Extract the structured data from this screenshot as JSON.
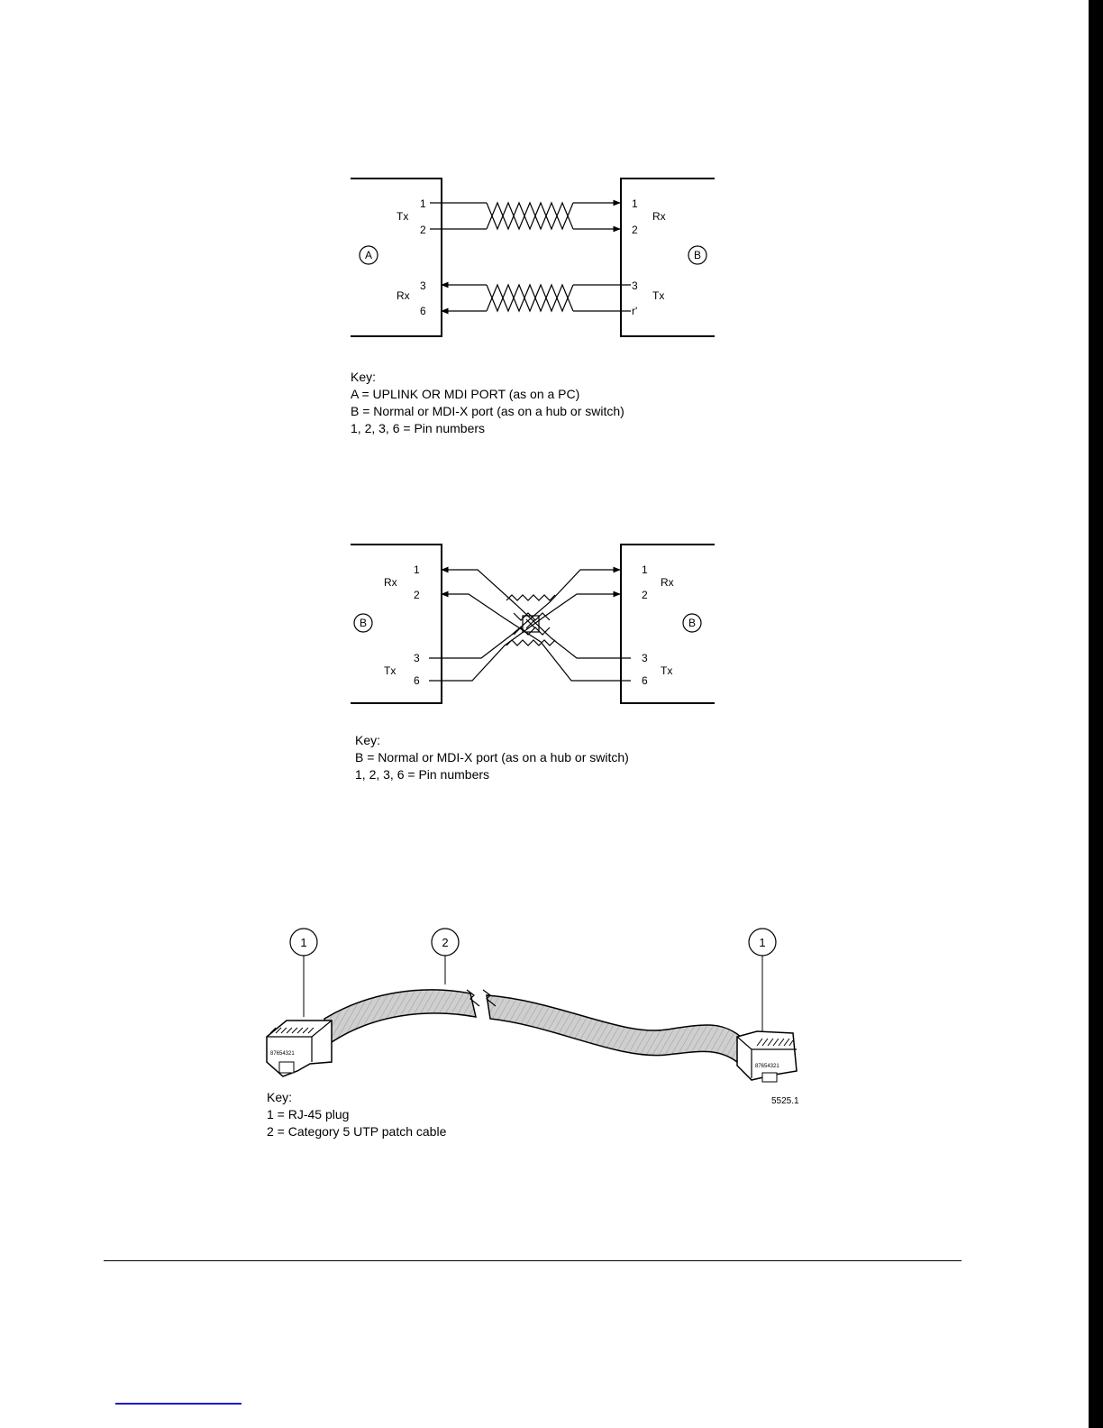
{
  "figure1": {
    "pins_left": [
      "1",
      "2",
      "3",
      "6"
    ],
    "pins_right": [
      "1",
      "2",
      "3",
      "r'"
    ],
    "left_top_signal": "Tx",
    "left_bottom_signal": "Rx",
    "right_top_signal": "Rx",
    "right_bottom_signal": "Tx",
    "left_port": "A",
    "right_port": "B",
    "key": {
      "title": "Key:",
      "lines": [
        "A = UPLINK OR MDI PORT (as on a PC)",
        "B = Normal or MDI-X port (as on a hub or switch)",
        "1, 2, 3, 6 = Pin numbers"
      ]
    }
  },
  "figure2": {
    "pins_left": [
      "1",
      "2",
      "3",
      "6"
    ],
    "pins_right": [
      "1",
      "2",
      "3",
      "6"
    ],
    "left_top_signal": "Rx",
    "left_bottom_signal": "Tx",
    "right_top_signal": "Rx",
    "right_bottom_signal": "Tx",
    "left_port": "B",
    "right_port": "B",
    "key": {
      "title": "Key:",
      "lines": [
        "B = Normal or MDI-X port (as on a hub or switch)",
        "1, 2, 3, 6 = Pin numbers"
      ]
    }
  },
  "figure3": {
    "callout_left": "1",
    "callout_middle": "2",
    "callout_right": "1",
    "plug_text": "87654321",
    "figure_id": "5525.1",
    "key": {
      "title": "Key:",
      "lines": [
        "1 = RJ-45 plug",
        "2 = Category 5 UTP patch cable"
      ]
    }
  }
}
